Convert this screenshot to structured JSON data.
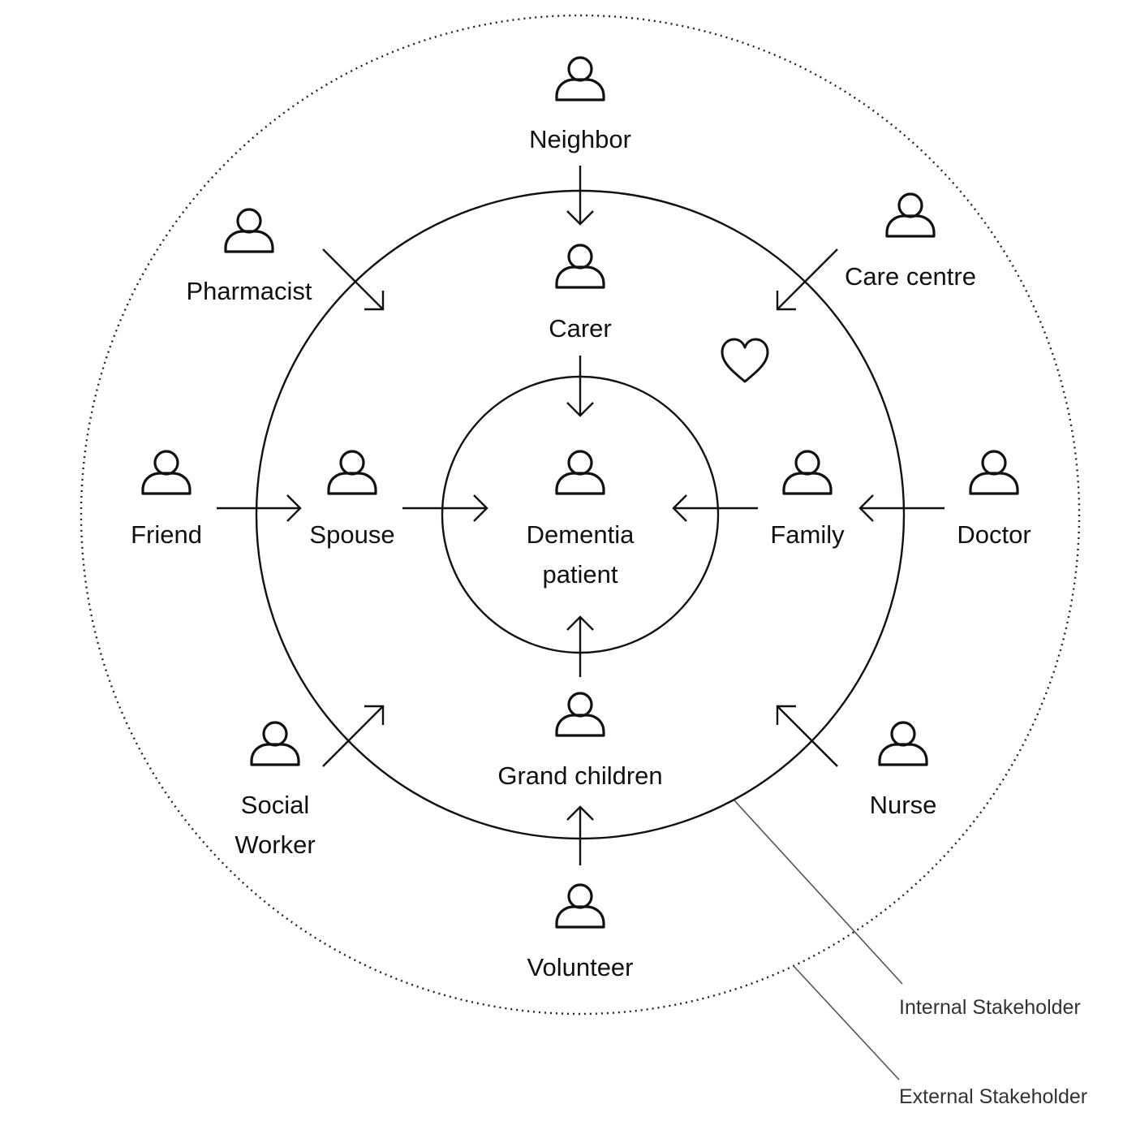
{
  "diagram": {
    "center": {
      "label_line1": "Dementia",
      "label_line2": "patient"
    },
    "inner_ring": {
      "carer": "Carer",
      "spouse": "Spouse",
      "family": "Family",
      "grand_children": "Grand children"
    },
    "outer_ring": {
      "neighbor": "Neighbor",
      "pharmacist": "Pharmacist",
      "care_centre": "Care centre",
      "friend": "Friend",
      "doctor": "Doctor",
      "social_worker_line1": "Social",
      "social_worker_line2": "Worker",
      "nurse": "Nurse",
      "volunteer": "Volunteer"
    },
    "legend": {
      "internal": "Internal Stakeholder",
      "external": "External Stakeholder"
    },
    "icons": {
      "person": "person-icon",
      "heart": "heart-icon"
    }
  }
}
